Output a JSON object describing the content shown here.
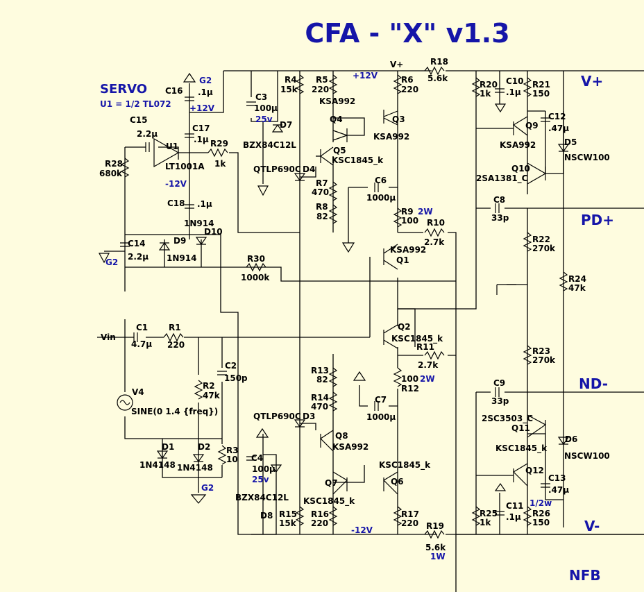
{
  "title": "CFA - \"X\" v1.3",
  "servo": {
    "title": "SERVO",
    "subtitle": "U1 = 1/2 TL072",
    "opamp_ref": "U1",
    "opamp_model": "LT1001A",
    "supply_pos": "+12V",
    "supply_neg": "-12V",
    "ground1": "G2",
    "ground2": "G2"
  },
  "net_labels": {
    "vplus": "V+",
    "pdplus": "PD+",
    "ndminus": "ND-",
    "vminus": "V-",
    "nfb": "NFB",
    "vin": "Vin",
    "top_vplus": "V+",
    "top_12v": "+12V",
    "bottom_12v": "-12V",
    "input_gnd": "G2"
  },
  "components": {
    "C16": {
      "ref": "C16",
      "value": ".1µ"
    },
    "C15": {
      "ref": "C15",
      "value": "2.2µ"
    },
    "C17": {
      "ref": "C17",
      "value": ".1µ"
    },
    "R29": {
      "ref": "R29",
      "value": "1k"
    },
    "R28": {
      "ref": "R28",
      "value": "680k"
    },
    "C18": {
      "ref": "C18",
      "value": ".1µ"
    },
    "C14": {
      "ref": "C14",
      "value": "2.2µ"
    },
    "D9": {
      "ref": "D9",
      "value": "1N914"
    },
    "D10": {
      "ref": "D10",
      "value": "1N914"
    },
    "R30": {
      "ref": "R30",
      "value": "1000k"
    },
    "C3": {
      "ref": "C3",
      "value": "100µ",
      "rating": "25v"
    },
    "D7": {
      "ref": "D7",
      "value": "BZX84C12L"
    },
    "R4": {
      "ref": "R4",
      "value": "15k"
    },
    "R5": {
      "ref": "R5",
      "value": "220"
    },
    "Q4": {
      "ref": "Q4",
      "value": "KSA992"
    },
    "Q5": {
      "ref": "Q5",
      "value": "KSC1845_k"
    },
    "D4": {
      "ref": "D4",
      "value": "QTLP690C"
    },
    "R7": {
      "ref": "R7",
      "value": "470"
    },
    "R8": {
      "ref": "R8",
      "value": "82"
    },
    "R6": {
      "ref": "R6",
      "value": "220"
    },
    "Q3": {
      "ref": "Q3",
      "value": "KSA992"
    },
    "C6": {
      "ref": "C6",
      "value": "1000µ"
    },
    "R9": {
      "ref": "R9",
      "value": "100",
      "rating": "2W"
    },
    "R10": {
      "ref": "R10",
      "value": "2.7k"
    },
    "Q1": {
      "ref": "Q1",
      "value": "KSA992"
    },
    "R18": {
      "ref": "R18",
      "value": "5.6k"
    },
    "R20": {
      "ref": "R20",
      "value": "1k"
    },
    "C10": {
      "ref": "C10",
      "value": ".1µ"
    },
    "R21": {
      "ref": "R21",
      "value": "150"
    },
    "C12": {
      "ref": "C12",
      "value": ".47µ"
    },
    "Q9": {
      "ref": "Q9",
      "value": "KSA992"
    },
    "D5": {
      "ref": "D5",
      "value": "NSCW100"
    },
    "Q10": {
      "ref": "Q10",
      "value": "2SA1381_C"
    },
    "C8": {
      "ref": "C8",
      "value": "33p"
    },
    "R22": {
      "ref": "R22",
      "value": "270k"
    },
    "R24": {
      "ref": "R24",
      "value": "47k"
    },
    "C1": {
      "ref": "C1",
      "value": "4.7µ"
    },
    "R1": {
      "ref": "R1",
      "value": "220"
    },
    "C2": {
      "ref": "C2",
      "value": "150p"
    },
    "R2": {
      "ref": "R2",
      "value": "47k"
    },
    "V4": {
      "ref": "V4",
      "value": "SINE(0 1.4 {freq})"
    },
    "D1": {
      "ref": "D1",
      "value": "1N4148"
    },
    "D2": {
      "ref": "D2",
      "value": "1N4148"
    },
    "R3": {
      "ref": "R3",
      "value": "10"
    },
    "Q2": {
      "ref": "Q2",
      "value": "KSC1845_k"
    },
    "R11": {
      "ref": "R11",
      "value": "2.7k"
    },
    "R12": {
      "ref": "R12",
      "value": "100",
      "rating": "2W"
    },
    "R13": {
      "ref": "R13",
      "value": "82"
    },
    "R14": {
      "ref": "R14",
      "value": "470"
    },
    "C7": {
      "ref": "C7",
      "value": "1000µ"
    },
    "D3": {
      "ref": "D3",
      "value": "QTLP690C"
    },
    "Q8": {
      "ref": "Q8",
      "value": "KSA992"
    },
    "C4": {
      "ref": "C4",
      "value": "100µ",
      "rating": "25v"
    },
    "D8": {
      "ref": "D8",
      "value": "BZX84C12L"
    },
    "Q7": {
      "ref": "Q7",
      "value": "KSC1845_k"
    },
    "Q6": {
      "ref": "Q6",
      "value": "KSC1845_k"
    },
    "R15": {
      "ref": "R15",
      "value": "15k"
    },
    "R16": {
      "ref": "R16",
      "value": "220"
    },
    "R17": {
      "ref": "R17",
      "value": "220"
    },
    "R19": {
      "ref": "R19",
      "value": "5.6k",
      "rating": "1W"
    },
    "R23": {
      "ref": "R23",
      "value": "270k"
    },
    "C9": {
      "ref": "C9",
      "value": "33p"
    },
    "Q11": {
      "ref": "Q11",
      "value": "2SC3503_C"
    },
    "D6": {
      "ref": "D6",
      "value": "NSCW100"
    },
    "Q12": {
      "ref": "Q12",
      "value": "KSC1845_k"
    },
    "C13": {
      "ref": "C13",
      "value": ".47µ"
    },
    "R25": {
      "ref": "R25",
      "value": "1k"
    },
    "C11": {
      "ref": "C11",
      "value": ".1µ"
    },
    "R26": {
      "ref": "R26",
      "value": "150",
      "rating": "1/2w"
    }
  },
  "colors": {
    "background": "#fefcdf",
    "wire": "#000000",
    "net_label": "#1515a8"
  }
}
